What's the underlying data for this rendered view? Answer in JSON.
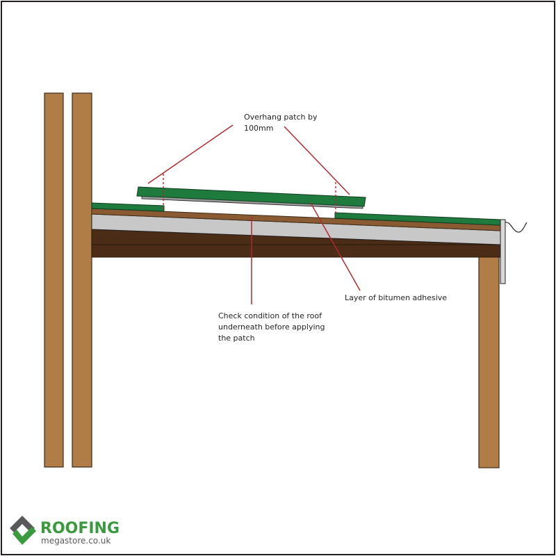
{
  "annotations": {
    "overhang": [
      "Overhang patch by",
      "100mm"
    ],
    "adhesive": [
      "Layer of bitumen adhesive"
    ],
    "check": [
      "Check condition of the roof",
      "underneath before applying",
      "the patch"
    ]
  },
  "logo": {
    "word": "ROOFING",
    "sub": "megastore.co.uk"
  },
  "colors": {
    "timber": "#b07d47",
    "timber_stroke": "#3d2a17",
    "joist": "#4a2c17",
    "deck": "#8a5a32",
    "insulation": "#c8c8c8",
    "felt": "#1f7a3e",
    "leader": "#b3282d",
    "logo_green": "#3a9a3e",
    "logo_grey": "#58595b"
  }
}
